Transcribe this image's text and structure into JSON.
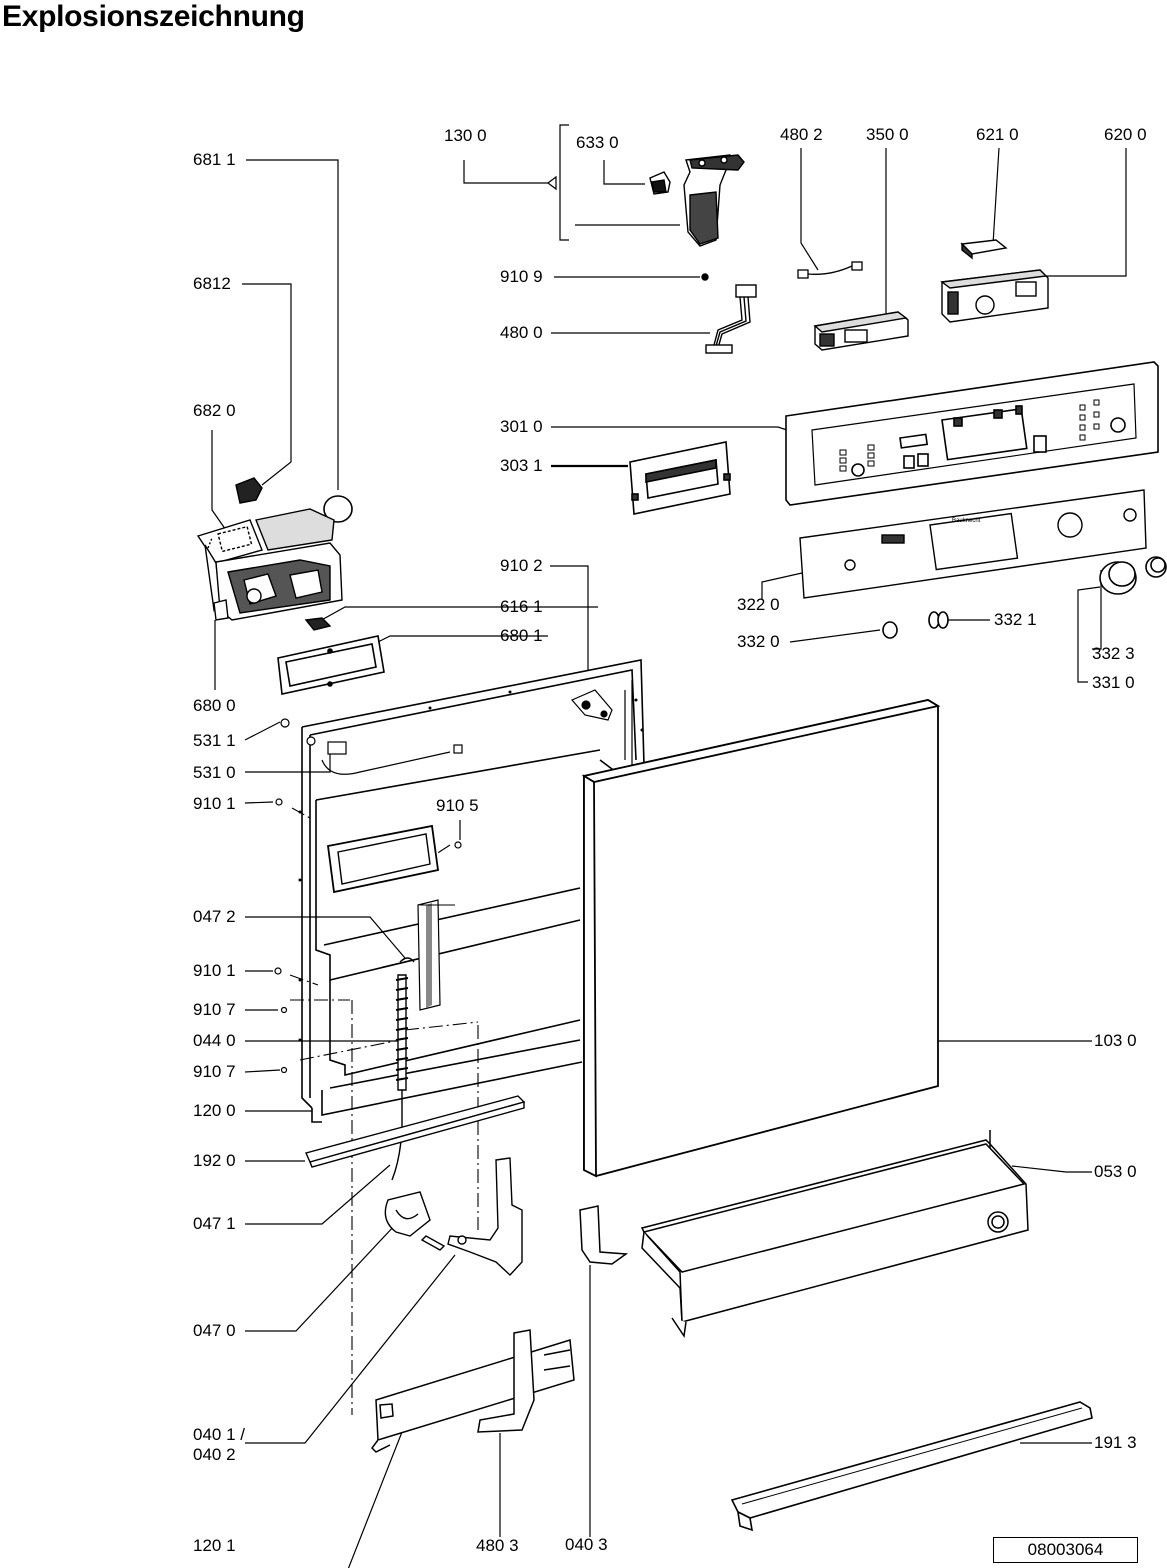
{
  "title": "Explosionszeichnung",
  "doc_number": "08003064",
  "labels": {
    "l6811": "681 1",
    "l6812": "6812",
    "l6820": "682 0",
    "l6800": "680 0",
    "l6161": "616 1",
    "l6801": "680 1",
    "l1300": "130 0",
    "l6330": "633 0",
    "l9109": "910 9",
    "l4800": "480 0",
    "l4802": "480 2",
    "l3500": "350 0",
    "l6210": "621 0",
    "l6200": "620 0",
    "l3010": "301 0",
    "l3031": "303 1",
    "l9102": "910 2",
    "l3220": "322 0",
    "l3320": "332 0",
    "l3321": "332 1",
    "l3323": "332 3",
    "l3310": "331 0",
    "l5311": "531 1",
    "l5310": "531 0",
    "l9101a": "910 1",
    "l9105": "910 5",
    "l0472": "047 2",
    "l9101b": "910 1",
    "l9107a": "910 7",
    "l0440": "044 0",
    "l9107b": "910 7",
    "l1200": "120 0",
    "l1920": "192 0",
    "l0471": "047 1",
    "l0470": "047 0",
    "l0401": "040 1 /",
    "l0402": "040 2",
    "l1201": "120 1",
    "l4803": "480 3",
    "l0403": "040 3",
    "l1030": "103 0",
    "l0530": "053 0",
    "l1913": "191 3"
  }
}
